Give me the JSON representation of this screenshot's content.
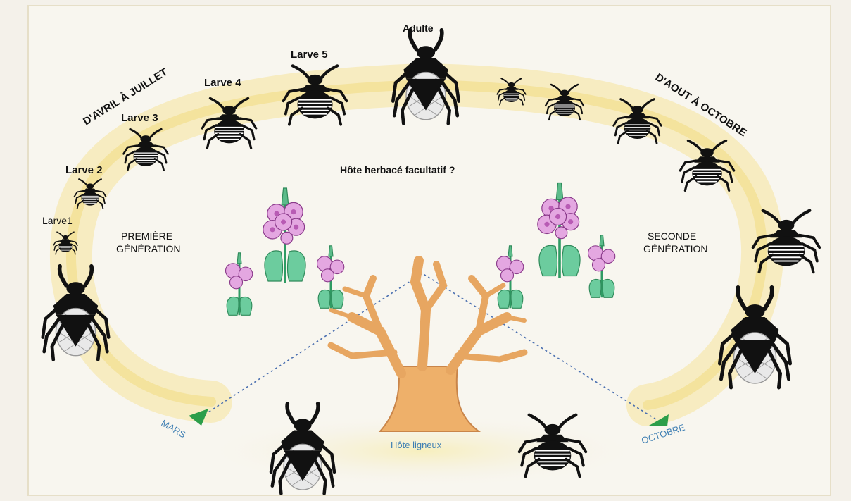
{
  "labels": {
    "larve1": "Larve1",
    "larve2": "Larve 2",
    "larve3": "Larve 3",
    "larve4": "Larve 4",
    "larve5": "Larve 5",
    "adulte": "Adulte",
    "period1": "D'AVRIL À JUILLET",
    "period2": "D'AOUT À OCTOBRE",
    "herb_host": "Hôte herbacé facultatif ?",
    "gen1_line1": "PREMIÈRE",
    "gen1_line2": "GÉNÉRATION",
    "gen2_line1": "SECONDE",
    "gen2_line2": "GÉNÉRATION",
    "mars": "MARS",
    "octobre": "OCTOBRE",
    "woody_host": "Hôte ligneux"
  },
  "colors": {
    "background": "#f4f1ea",
    "arc_glow": "#f3dc7a",
    "bug": "#111111",
    "flower": "#d98ad8",
    "leaf": "#66c79a",
    "tree": "#e7a661",
    "marker": "#2c9e4a",
    "dotted_line": "#4a6fb0"
  },
  "icons": [
    "bug-adult-icon",
    "bug-larva-icon",
    "hollyhock-icon",
    "tree-icon",
    "triangle-marker-icon"
  ]
}
